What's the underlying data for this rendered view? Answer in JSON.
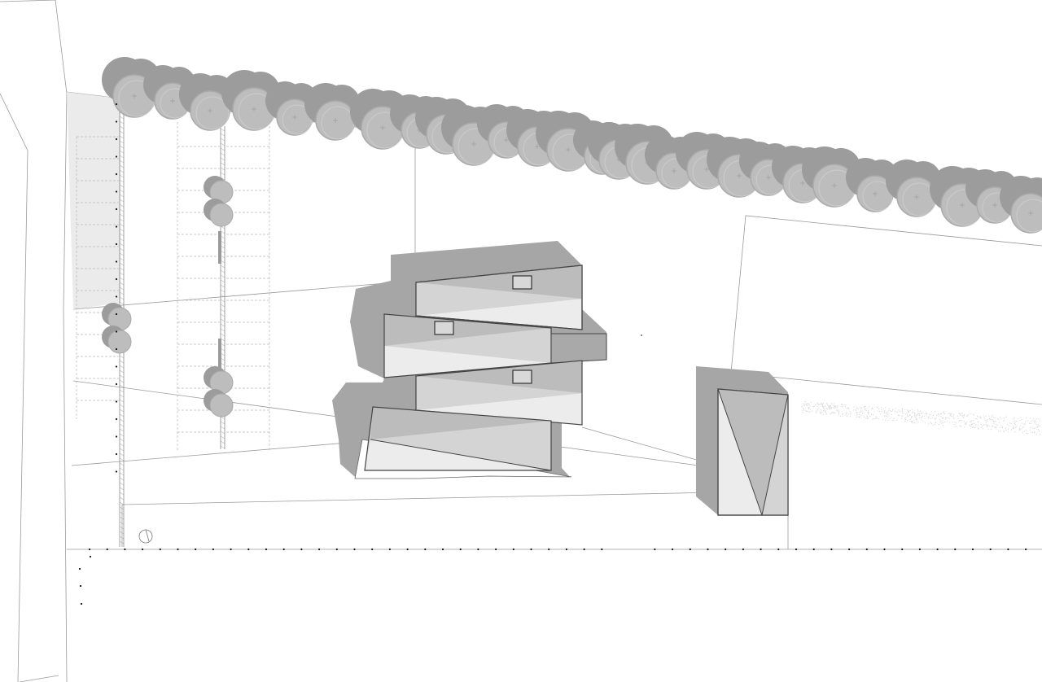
{
  "drawing": {
    "kind": "site-plan",
    "text_labels": [],
    "colors": {
      "paper": "#ffffff",
      "line": "#555555",
      "thin_line": "#9a9a9a",
      "shadow": "#a6a6a6",
      "tree_shadow": "#9c9c9c",
      "tree_canopy": "#bdbdbd",
      "roof_dark": "#bcbcbc",
      "roof_mid": "#d4d4d4",
      "roof_light": "#ececec",
      "hatch": "#d8d8d8",
      "dot": "#111111"
    },
    "elements": {
      "tree_row": {
        "name": "tree-row",
        "icon": "tree-canopy-icon"
      },
      "main_building": {
        "name": "main-building",
        "volumes": 4,
        "skylights": 3
      },
      "annex_building": {
        "name": "annex-building",
        "volumes": 1
      },
      "parking_bays": {
        "name": "parking-bays"
      },
      "bollard_line": {
        "name": "bollard-dots"
      },
      "north_marker": {
        "name": "north-marker-icon"
      }
    }
  }
}
